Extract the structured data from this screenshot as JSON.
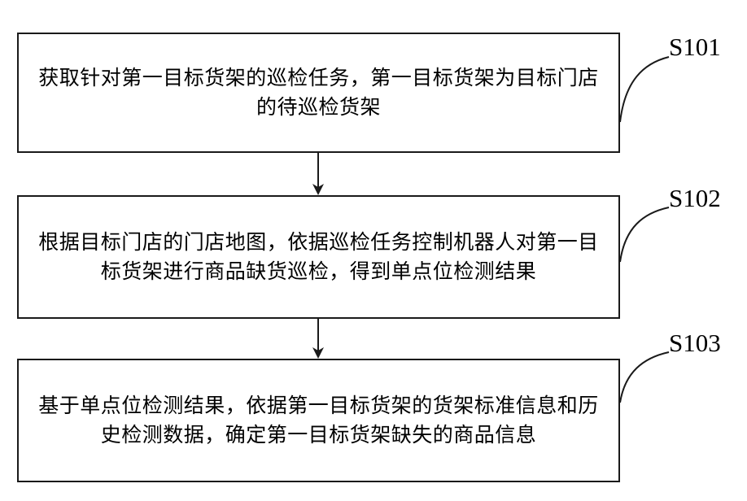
{
  "steps": [
    {
      "label": "S101",
      "text": "获取针对第一目标货架的巡检任务，第一目标货架为目标门店的待巡检货架"
    },
    {
      "label": "S102",
      "text": "根据目标门店的门店地图，依据巡检任务控制机器人对第一目标货架进行商品缺货巡检，得到单点位检测结果"
    },
    {
      "label": "S103",
      "text": "基于单点位检测结果，依据第一目标货架的货架标准信息和历史检测数据，确定第一目标货架缺失的商品信息"
    }
  ]
}
